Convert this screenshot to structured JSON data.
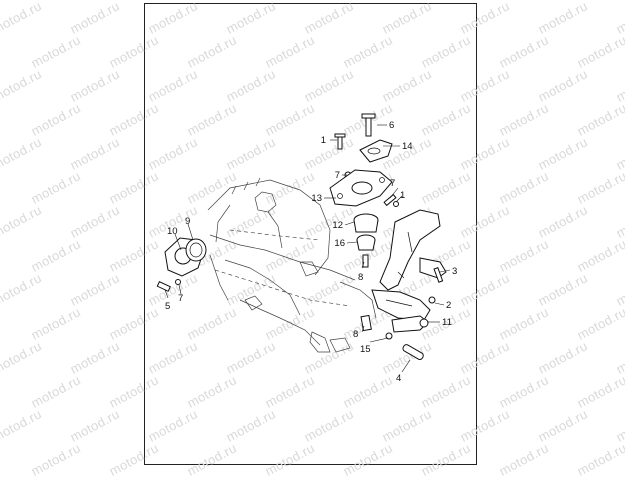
{
  "watermark": {
    "text": "motod.ru",
    "color": "#d9d9d9"
  },
  "callouts": [
    "1",
    "6",
    "14",
    "7",
    "7",
    "13",
    "1",
    "12",
    "16",
    "8",
    "9",
    "10",
    "3",
    "5",
    "7",
    "2",
    "11",
    "8",
    "15",
    "4"
  ]
}
